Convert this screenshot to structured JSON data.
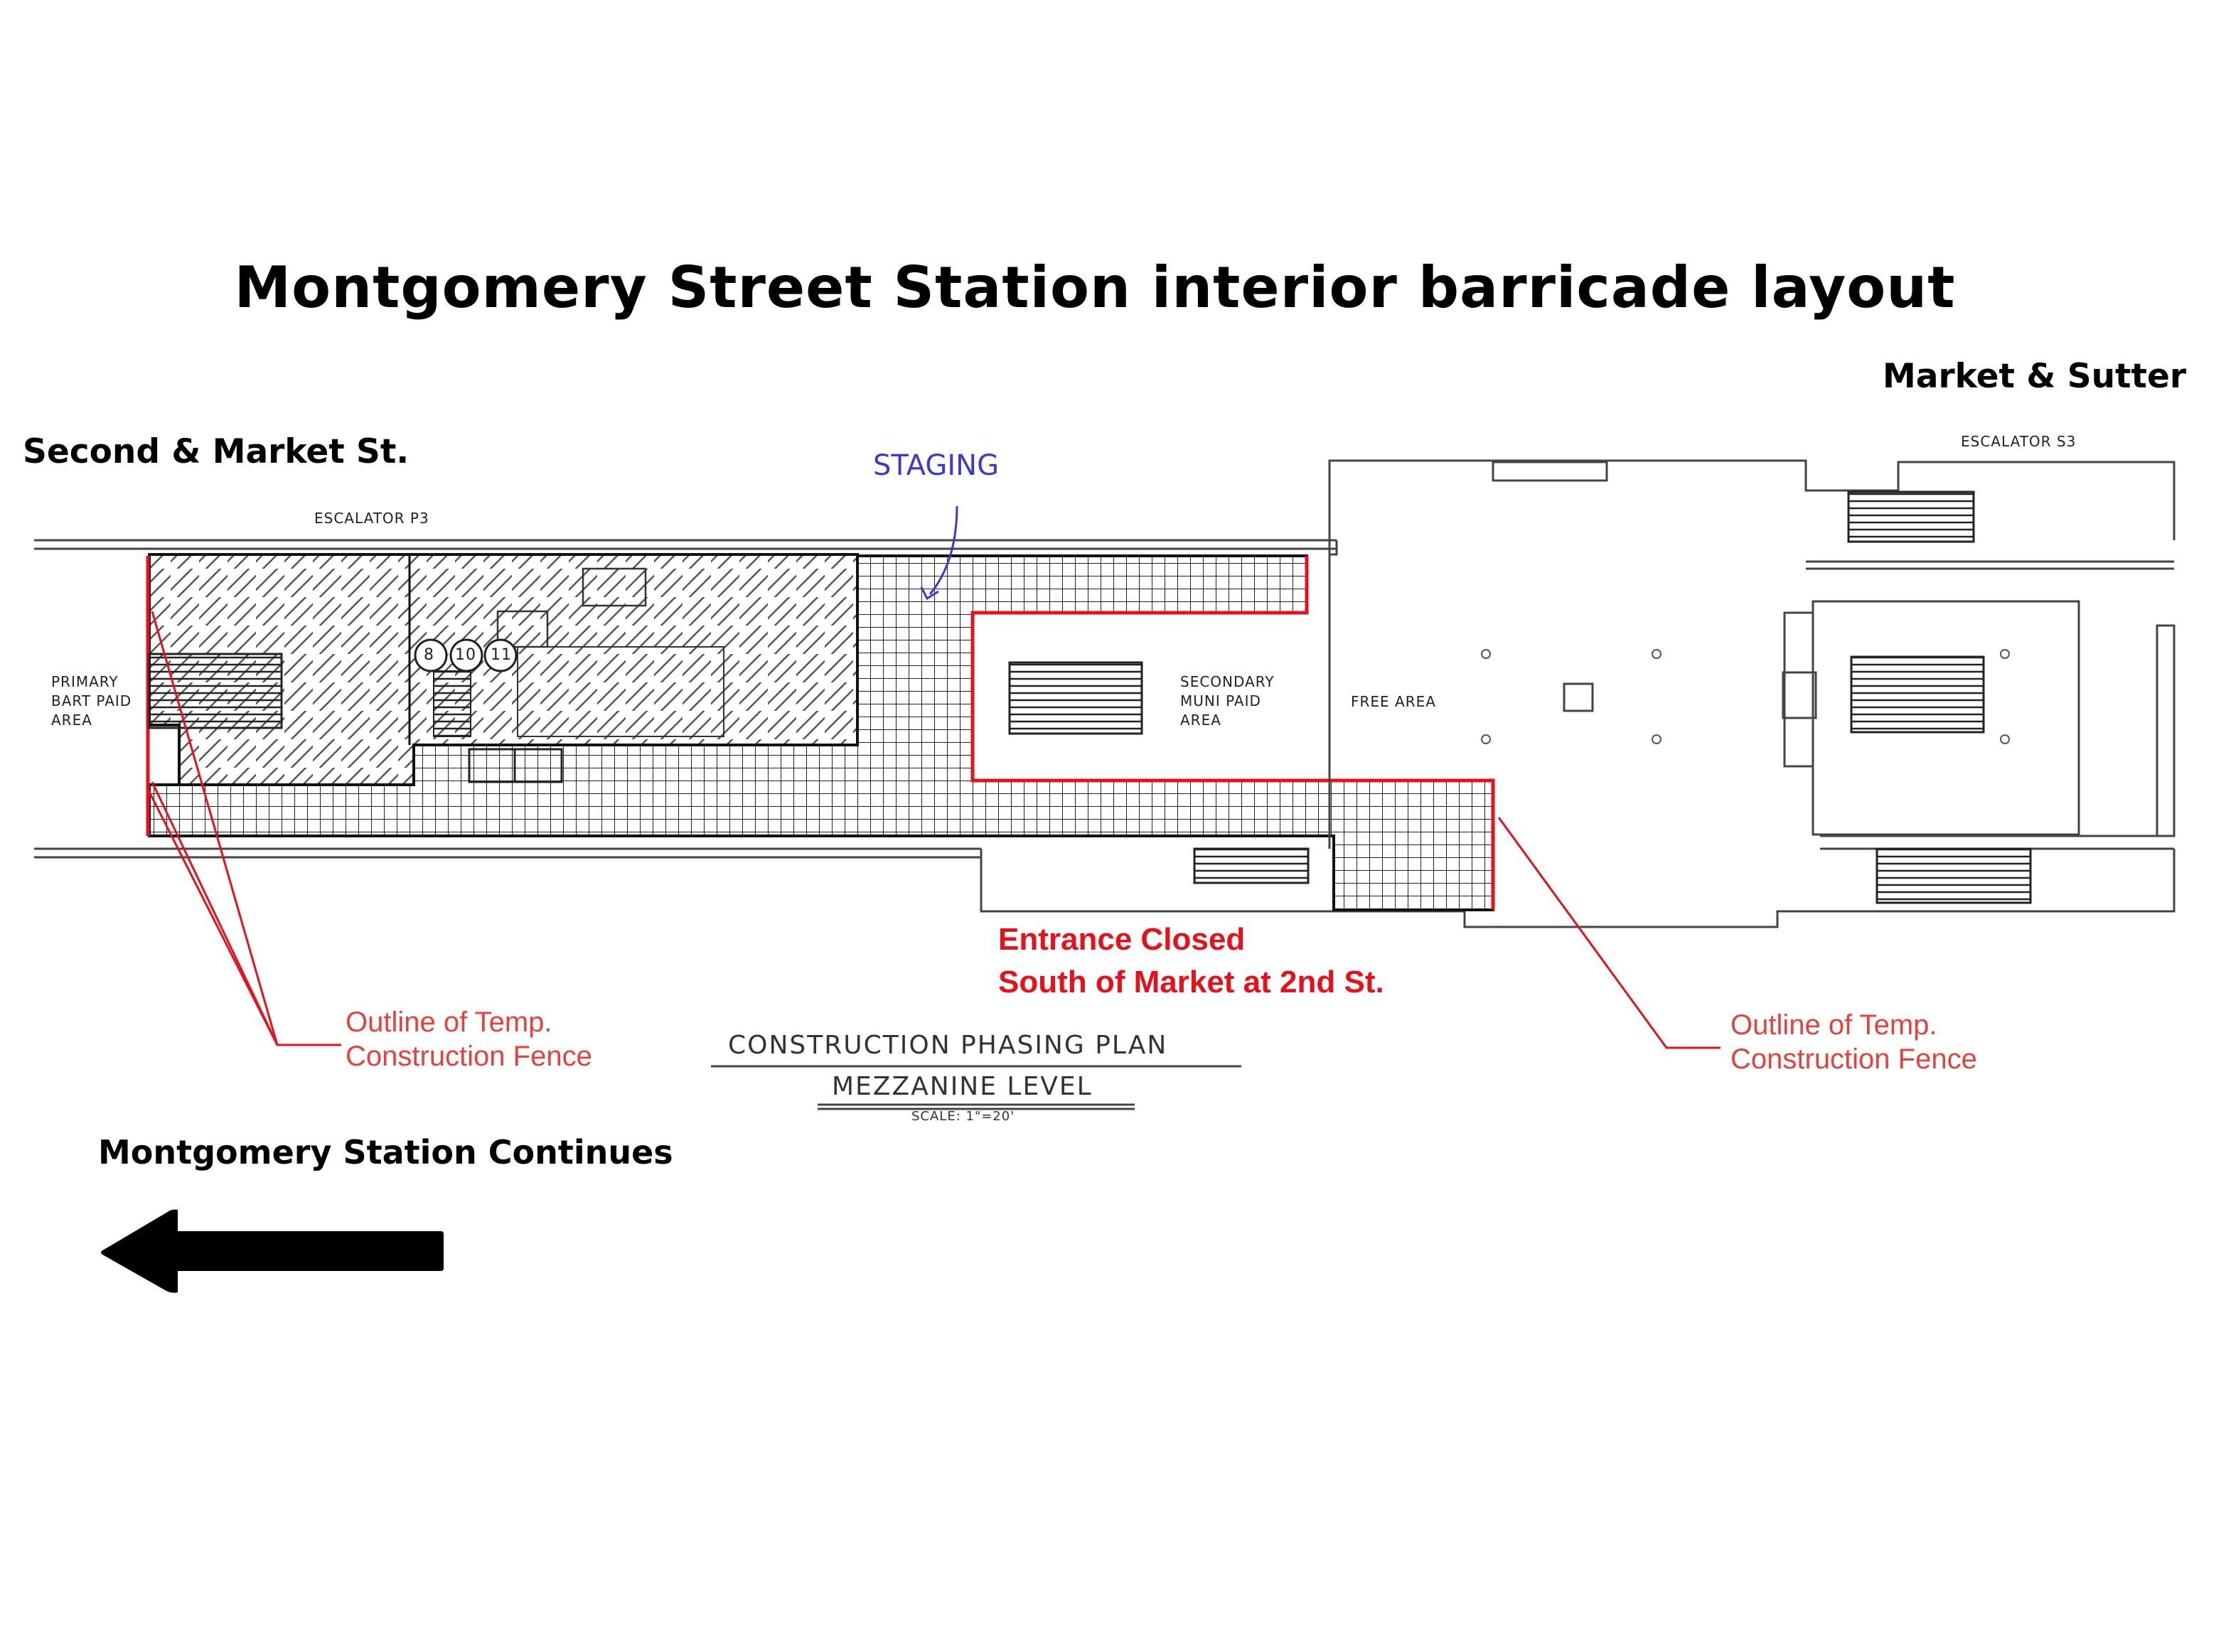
{
  "title": "Montgomery Street Station interior barricade layout",
  "streets": {
    "right": "Market & Sutter",
    "left": "Second & Market St."
  },
  "continues": "Montgomery Station Continues",
  "staging_label": "STAGING",
  "entrance_closed": {
    "line1": "Entrance Closed",
    "line2": "South of Market at 2nd St."
  },
  "fence_left": {
    "line1": "Outline of Temp.",
    "line2": "Construction Fence"
  },
  "fence_right": {
    "line1": "Outline of Temp.",
    "line2": "Construction Fence"
  },
  "plan": {
    "title": "CONSTRUCTION PHASING PLAN",
    "subtitle": "MEZZANINE LEVEL",
    "scale": "SCALE: 1\"=20'"
  },
  "labels": {
    "escalator_p3": "ESCALATOR P3",
    "escalator_s3": "ESCALATOR S3",
    "primary_1": "PRIMARY",
    "primary_2": "BART PAID",
    "primary_3": "AREA",
    "secondary_1": "SECONDARY",
    "secondary_2": "MUNI PAID",
    "secondary_3": "AREA",
    "free_area": "FREE AREA",
    "c8": "8",
    "c10": "10",
    "c11": "11"
  },
  "colors": {
    "fence_red": "#e8101a",
    "staging_blue": "#3a3ad0",
    "ink": "#1a1a1a"
  },
  "icons": [
    "arrow-left-icon"
  ]
}
